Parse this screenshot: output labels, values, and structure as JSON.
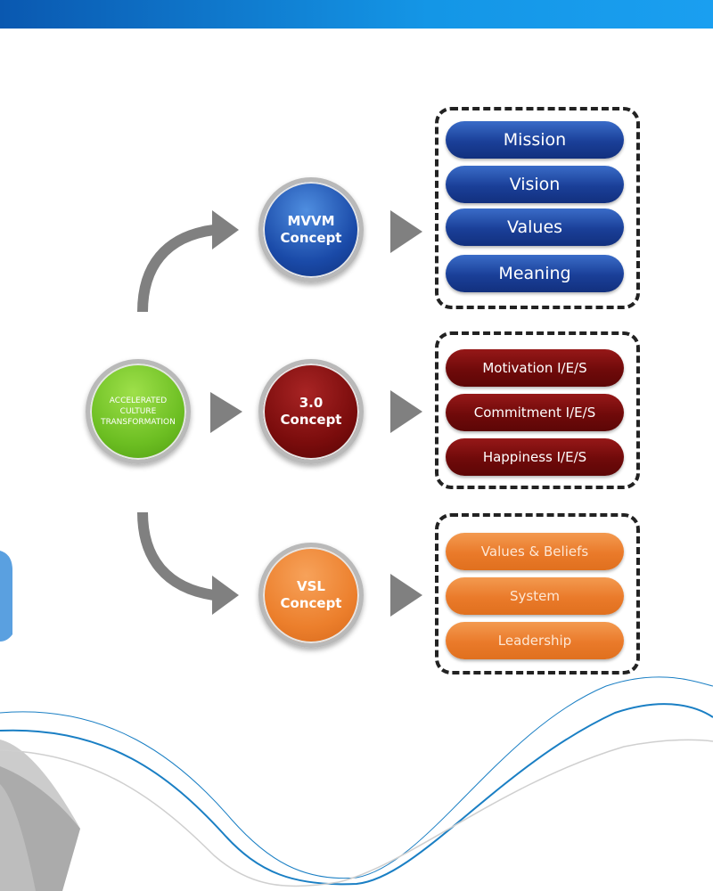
{
  "center": {
    "label_lines": [
      "ACCELERATED",
      "CULTURE",
      "TRANSFORMATION"
    ]
  },
  "concepts": [
    {
      "line1": "MVVM",
      "line2": "Concept",
      "items": [
        "Mission",
        "Vision",
        "Values",
        "Meaning"
      ]
    },
    {
      "line1": "3.0",
      "line2": "Concept",
      "items": [
        "Motivation I/E/S",
        "Commitment I/E/S",
        "Happiness I/E/S"
      ]
    },
    {
      "line1": "VSL",
      "line2": "Concept",
      "items": [
        "Values & Beliefs",
        "System",
        "Leadership"
      ]
    }
  ],
  "colors": {
    "blue": "#1a3f98",
    "red": "#700a0a",
    "orange": "#ea7a2a",
    "green": "#6cbe22",
    "arrow": "#808080"
  }
}
